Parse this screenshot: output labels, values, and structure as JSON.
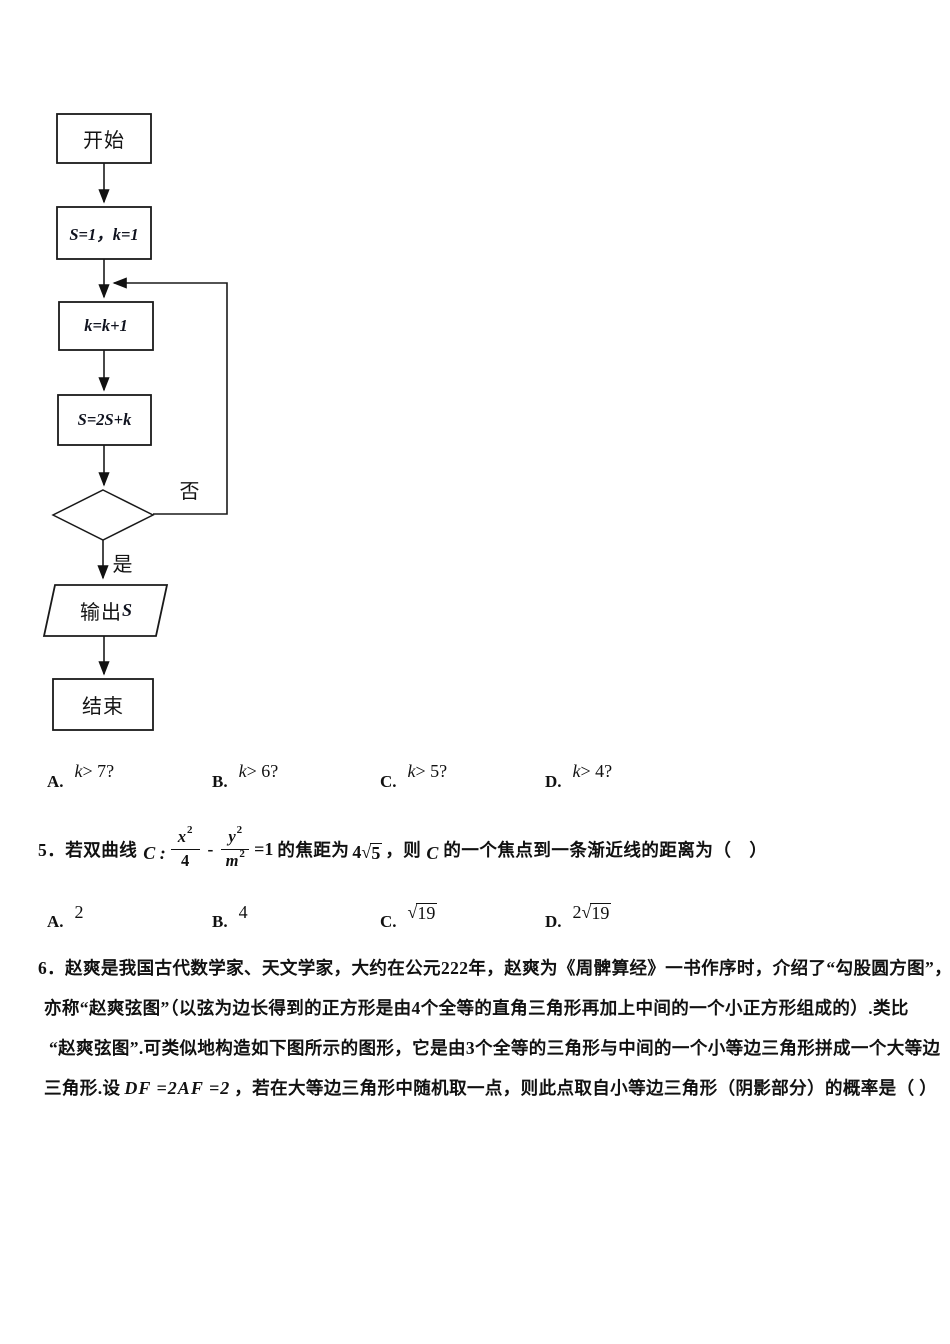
{
  "flowchart": {
    "start_label": "开始",
    "init_label": "S=1，k=1",
    "increment_label": "k=k+1",
    "accumulate_label": "S=2S+k",
    "no_label": "否",
    "yes_label": "是",
    "output_text": "输出",
    "output_var": "S",
    "end_label": "结束",
    "line_color": "#1a1a1a"
  },
  "q4": {
    "options": [
      {
        "label": "A.",
        "var": "k",
        "rest": " > 7?"
      },
      {
        "label": "B.",
        "var": "k",
        "rest": " > 6?"
      },
      {
        "label": "C.",
        "var": "k",
        "rest": " > 5?"
      },
      {
        "label": "D.",
        "var": "k",
        "rest": " > 4?"
      }
    ]
  },
  "q5": {
    "stem_pre": "5．若双曲线",
    "formula": {
      "name": "C :",
      "num1_var": "x",
      "num1_exp": "2",
      "den1": "4",
      "minus": "-",
      "num2_var": "y",
      "num2_exp": "2",
      "den2_var": "m",
      "den2_exp": "2",
      "equals": "=1"
    },
    "stem_mid": "的焦距为",
    "focal_pre": "4√",
    "focal_rad": "5",
    "stem_then": "，则",
    "curve_var": "C",
    "stem_post": "的一个焦点到一条渐近线的距离为（　）",
    "options": [
      {
        "label": "A.",
        "value": "2"
      },
      {
        "label": "B.",
        "value": "4"
      },
      {
        "label": "C.",
        "pre": "√",
        "rad": "19"
      },
      {
        "label": "D.",
        "pre": "2√",
        "rad": "19"
      }
    ]
  },
  "q6": {
    "line1": "6．赵爽是我国古代数学家、天文学家，大约在公元222年，赵爽为《周髀算经》一书作序时，介绍了“勾股圆方图”，",
    "line2": "亦称“赵爽弦图”（以弦为边长得到的正方形是由4个全等的直角三角形再加上中间的一个小正方形组成的）.类比",
    "line3": "“赵爽弦图”.可类似地构造如下图所示的图形，它是由3个全等的三角形与中间的一个小等边三角形拼成一个大等边",
    "line4_pre": "三角形.设",
    "line4_math": "DF =2AF =2",
    "line4_post": "，若在大等边三角形中随机取一点，则此点取自小等边三角形（阴影部分）的概率是（ ）"
  }
}
